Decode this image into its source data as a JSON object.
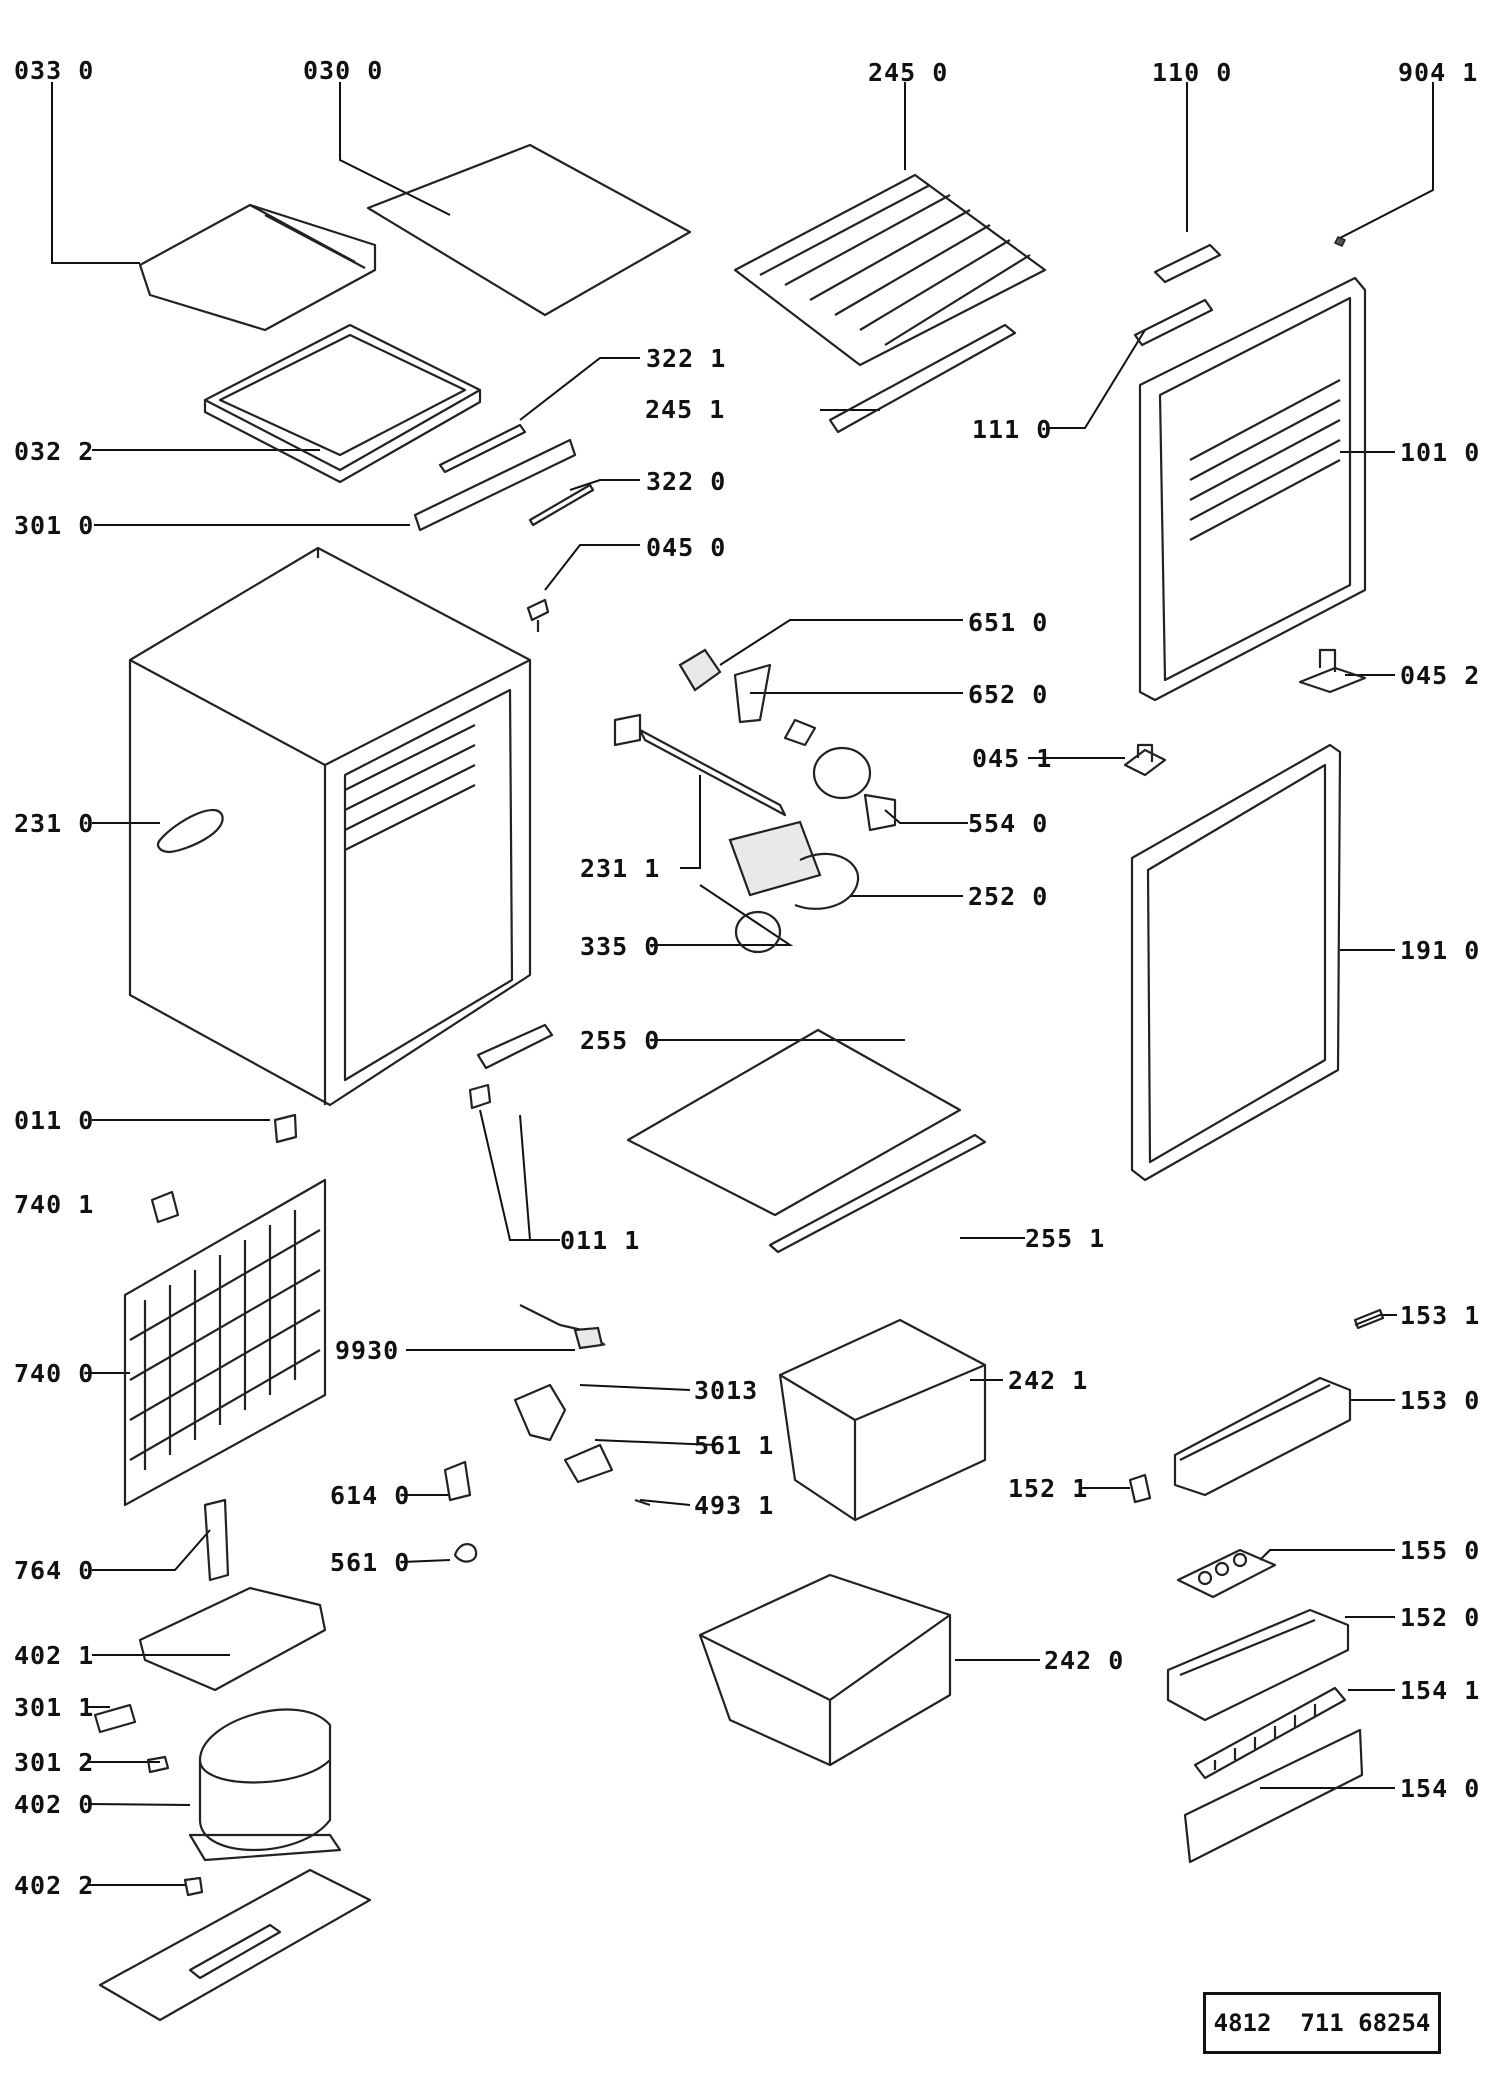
{
  "diagram": {
    "labels": {
      "p0330": "033 0",
      "p0300": "030 0",
      "p2450": "245 0",
      "p1100": "110 0",
      "p9041": "904 1",
      "p3221": "322 1",
      "p2451": "245 1",
      "p1110": "111 0",
      "p0322": "032 2",
      "p3220": "322 0",
      "p1010": "101 0",
      "p3010": "301 0",
      "p0450": "045 0",
      "p6510": "651 0",
      "p6520": "652 0",
      "p0452": "045 2",
      "p0451": "045 1",
      "p2310": "231 0",
      "p5540": "554 0",
      "p2311": "231 1",
      "p2520": "252 0",
      "p1910": "191 0",
      "p3350": "335 0",
      "p2550": "255 0",
      "p0110": "011 0",
      "p7401": "740 1",
      "p0111": "011 1",
      "p2551": "255 1",
      "p1531": "153 1",
      "p9930": "9930",
      "p3013": "3013",
      "p2421": "242 1",
      "p7400": "740 0",
      "p1530": "153 0",
      "p5611": "561 1",
      "p6140": "614 0",
      "p4931": "493 1",
      "p1521": "152 1",
      "p5610": "561 0",
      "p1550": "155 0",
      "p7640": "764 0",
      "p4021": "402 1",
      "p1520": "152 0",
      "p2420": "242 0",
      "p3011": "301 1",
      "p1541": "154 1",
      "p3012": "301 2",
      "p4020": "402 0",
      "p1540": "154 0",
      "p4022": "402 2"
    },
    "document_number": "4812  711 68254"
  }
}
